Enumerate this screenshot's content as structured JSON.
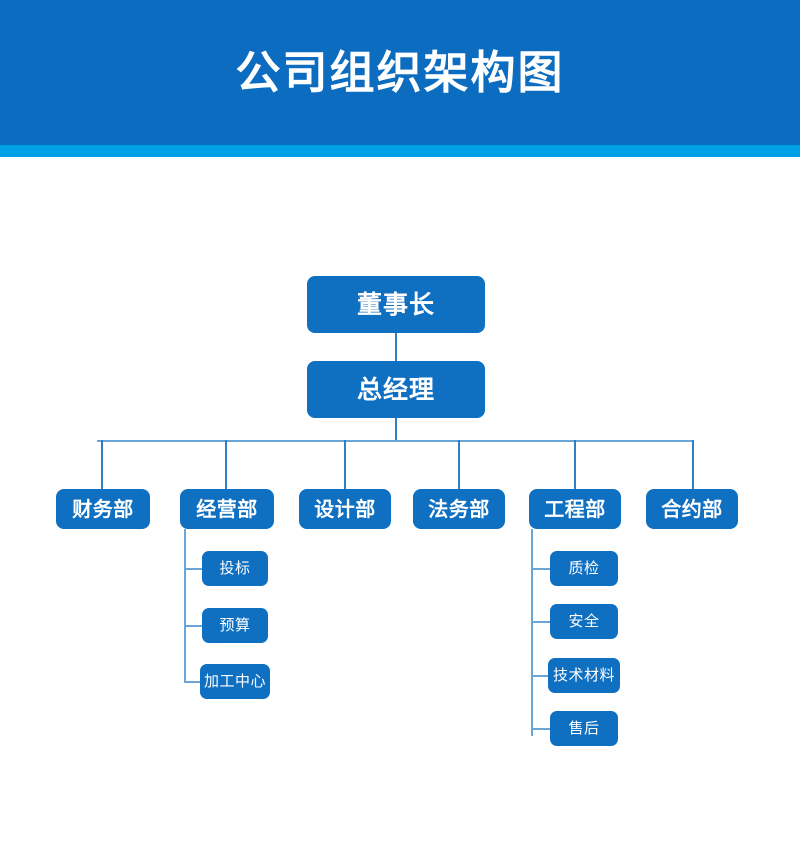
{
  "header": {
    "title": "公司组织架构图",
    "band_color": "#0b6cc0",
    "accent_color": "#00a0e9",
    "title_color": "#ffffff"
  },
  "theme": {
    "node_fill": "#0f6fc0",
    "node_text": "#ffffff",
    "connector_color": "#2e7fc4",
    "connector_light": "#6ba6d9",
    "page_background": "#ffffff"
  },
  "chart_data": {
    "type": "org-chart",
    "title": "公司组织架构图",
    "levels": 4,
    "nodes": [
      {
        "id": "chairman",
        "label": "董事长",
        "level": 1,
        "parent": null
      },
      {
        "id": "gm",
        "label": "总经理",
        "level": 2,
        "parent": "chairman"
      },
      {
        "id": "finance",
        "label": "财务部",
        "level": 3,
        "parent": "gm"
      },
      {
        "id": "operations",
        "label": "经营部",
        "level": 3,
        "parent": "gm"
      },
      {
        "id": "design",
        "label": "设计部",
        "level": 3,
        "parent": "gm"
      },
      {
        "id": "legal",
        "label": "法务部",
        "level": 3,
        "parent": "gm"
      },
      {
        "id": "engineering",
        "label": "工程部",
        "level": 3,
        "parent": "gm"
      },
      {
        "id": "contract",
        "label": "合约部",
        "level": 3,
        "parent": "gm"
      },
      {
        "id": "bidding",
        "label": "投标",
        "level": 4,
        "parent": "operations"
      },
      {
        "id": "budget",
        "label": "预算",
        "level": 4,
        "parent": "operations"
      },
      {
        "id": "processing-center",
        "label": "加工中心",
        "level": 4,
        "parent": "operations"
      },
      {
        "id": "quality",
        "label": "质检",
        "level": 4,
        "parent": "engineering"
      },
      {
        "id": "safety",
        "label": "安全",
        "level": 4,
        "parent": "engineering"
      },
      {
        "id": "tech-materials",
        "label": "技术材料",
        "level": 4,
        "parent": "engineering"
      },
      {
        "id": "after-sales",
        "label": "售后",
        "level": 4,
        "parent": "engineering"
      }
    ]
  },
  "executive": {
    "chairman": "董事长",
    "general_manager": "总经理"
  },
  "departments": [
    {
      "label": "财务部"
    },
    {
      "label": "经营部"
    },
    {
      "label": "设计部"
    },
    {
      "label": "法务部"
    },
    {
      "label": "工程部"
    },
    {
      "label": "合约部"
    }
  ],
  "operations_children": [
    {
      "label": "投标"
    },
    {
      "label": "预算"
    },
    {
      "label": "加工中心"
    }
  ],
  "engineering_children": [
    {
      "label": "质检"
    },
    {
      "label": "安全"
    },
    {
      "label": "技术材料"
    },
    {
      "label": "售后"
    }
  ]
}
